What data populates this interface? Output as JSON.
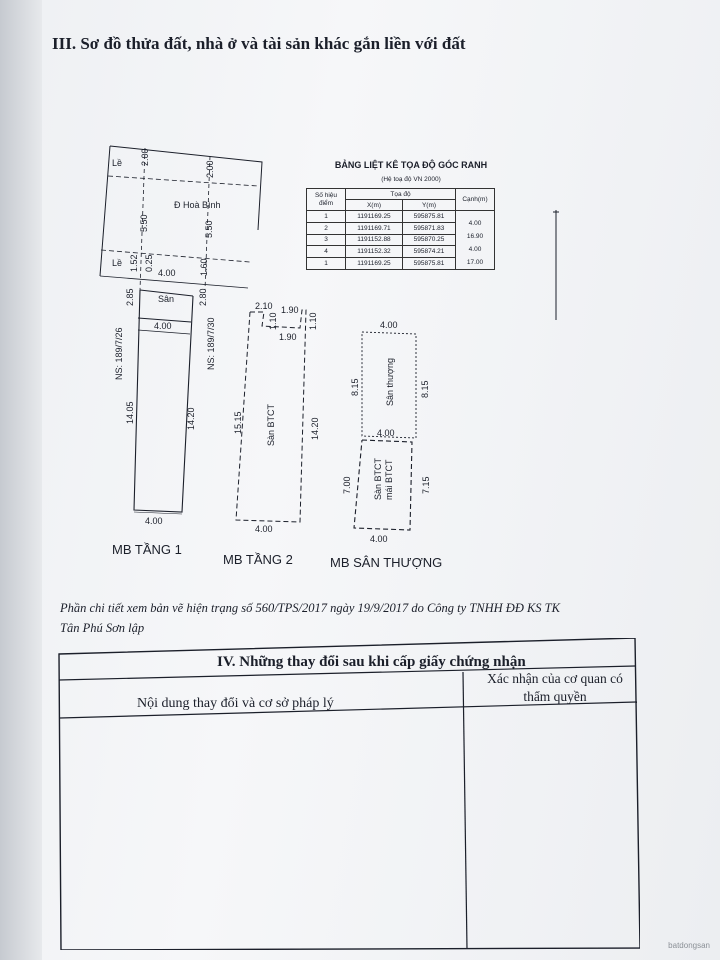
{
  "section3": {
    "title": "III. Sơ đồ thửa đất, nhà ở và tài sản khác gắn liền với đất"
  },
  "coord_table": {
    "title": "BẢNG LIỆT KÊ TỌA ĐỘ GÓC RANH",
    "subtitle": "(Hệ toạ độ VN 2000)",
    "head_point": "Số hiệu điểm",
    "head_coords": "Tọa độ",
    "head_x": "X(m)",
    "head_y": "Y(m)",
    "head_edge": "Cạnh(m)",
    "rows": [
      {
        "id": "1",
        "x": "1191169.25",
        "y": "595875.81"
      },
      {
        "id": "2",
        "x": "1191169.71",
        "y": "595871.83"
      },
      {
        "id": "3",
        "x": "1191152.88",
        "y": "595870.25"
      },
      {
        "id": "4",
        "x": "1191152.32",
        "y": "595874.21"
      },
      {
        "id": "1",
        "x": "1191169.25",
        "y": "595875.81"
      }
    ],
    "edges": [
      "4.00",
      "16.90",
      "4.00",
      "17.00"
    ]
  },
  "plan1": {
    "road_label": "Đ Hoà Bình",
    "le_top": "Lề",
    "le_bottom": "Lề",
    "sidewalk_left": "2.00",
    "sidewalk_right": "2.00",
    "road_left": "5.50",
    "road_right": "5.50",
    "strip_left": "1.52",
    "strip_mid": "0.25",
    "strip_right": "1.60",
    "front_width": "4.00",
    "yard_label": "Sân",
    "yard_left": "2.85",
    "yard_right": "2.80",
    "house_top_width": "4.00",
    "neighbor_left": "NS: 189/7/26",
    "neighbor_right": "NS: 189/7/30",
    "len_left": "14.05",
    "len_right": "14.20",
    "bottom_width": "4.00",
    "name": "MB TẦNG 1"
  },
  "plan2": {
    "top_left": "2.10",
    "top_right": "1.90",
    "step_depth": "1.10",
    "step_depth_right": "1.10",
    "step_width": "1.90",
    "label": "Sàn BTCT",
    "len_left": "15.15",
    "len_right": "14.20",
    "bottom_width": "4.00",
    "name": "MB TẦNG 2"
  },
  "plan3": {
    "top_width": "4.00",
    "terrace_label": "Sân thượng",
    "terrace_left": "8.15",
    "terrace_right": "8.15",
    "room_top": "4.00",
    "room_label1": "Sàn BTCT",
    "room_label2": "mái BTCT",
    "room_left": "7.00",
    "room_right": "7.15",
    "bottom_width": "4.00",
    "name": "MB SÂN THƯỢNG"
  },
  "note": "Phần chi tiết xem bản vẽ hiện trạng số 560/TPS/2017 ngày 19/9/2017 do Công ty TNHH ĐĐ KS TK Tân Phú Sơn lập",
  "section4": {
    "title": "IV. Những thay đổi sau khi cấp giấy chứng nhận",
    "col1": "Nội dung thay đổi và cơ sở pháp lý",
    "col2": "Xác nhận của cơ quan có thẩm quyền"
  },
  "watermark": "batdongsan"
}
